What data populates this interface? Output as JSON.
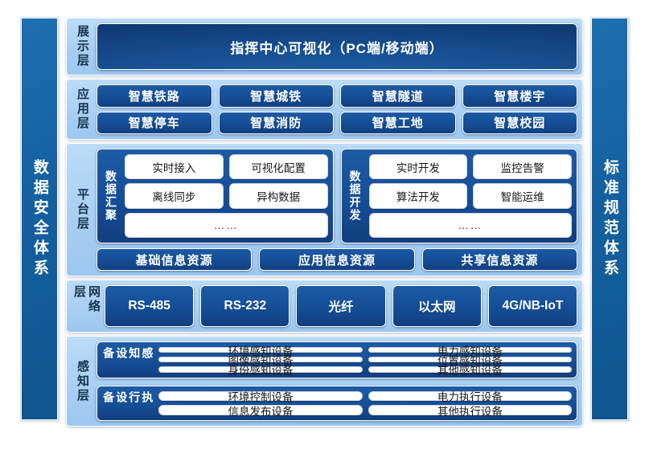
{
  "side_pillars": {
    "left": {
      "name": "data-security-system",
      "label": "数据安全体系"
    },
    "right": {
      "name": "standard-specification-system",
      "label": "标准规范体系"
    }
  },
  "colors": {
    "page_background": "#ffffff",
    "pillar_blue": "#14609f",
    "layer_panel_blue": "#a9cff2",
    "pill_dark_blue": "#154e97",
    "chip_white": "#ffffff",
    "chip_text": "#16181b"
  },
  "layers": [
    {
      "id": "presentation",
      "label": "展示层",
      "items": [
        "指挥中心可视化（PC端/移动端）"
      ]
    },
    {
      "id": "application",
      "label": "应用层",
      "items": [
        "智慧铁路",
        "智慧城铁",
        "智慧隧道",
        "智慧楼宇",
        "智慧停车",
        "智慧消防",
        "智慧工地",
        "智慧校园"
      ]
    },
    {
      "id": "platform",
      "label": "平台层",
      "groups": [
        {
          "label": "数据汇聚",
          "rows": [
            [
              "实时接入",
              "可视化配置"
            ],
            [
              "离线同步",
              "异构数据"
            ],
            [
              "……"
            ]
          ]
        },
        {
          "label": "数据开发",
          "rows": [
            [
              "实时开发",
              "监控告警"
            ],
            [
              "算法开发",
              "智能运维"
            ],
            [
              "……"
            ]
          ]
        }
      ],
      "resources": [
        "基础信息资源",
        "应用信息资源",
        "共享信息资源"
      ]
    },
    {
      "id": "network",
      "label": "网络层",
      "items": [
        "RS-485",
        "RS-232",
        "光纤",
        "以太网",
        "4G/NB-IoT"
      ]
    },
    {
      "id": "perception",
      "label": "感知层",
      "groups": [
        {
          "label": "感知设备",
          "rows": [
            [
              "环境感知设备",
              "电力感知设备"
            ],
            [
              "图像感知设备",
              "位置感知设备"
            ],
            [
              "身份感知设备",
              "其他感知设备"
            ]
          ]
        },
        {
          "label": "执行设备",
          "rows": [
            [
              "环境控制设备",
              "电力执行设备"
            ],
            [
              "信息发布设备",
              "其他执行设备"
            ]
          ]
        }
      ]
    }
  ]
}
